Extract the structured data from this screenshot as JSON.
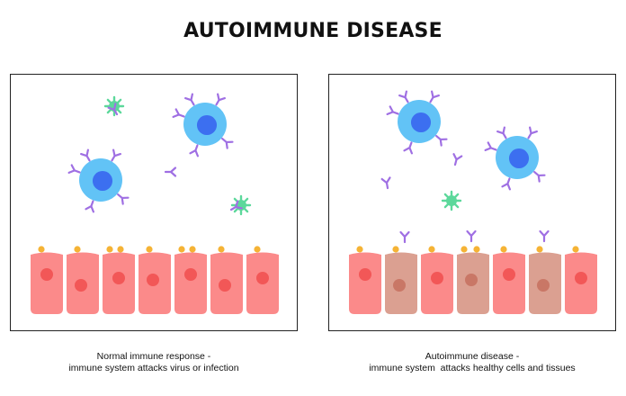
{
  "title": "AUTOIMMUNE DISEASE",
  "panels": [
    {
      "id": "normal",
      "caption_line1": "Normal immune response -",
      "caption_line2": "immune system attacks virus or infection",
      "cell_states": [
        "healthy",
        "healthy",
        "healthy",
        "healthy",
        "healthy",
        "healthy",
        "healthy"
      ]
    },
    {
      "id": "autoimmune",
      "caption_line1": "Autoimmune disease -",
      "caption_line2": "immune system  attacks healthy cells and tissues",
      "cell_states": [
        "healthy",
        "damaged",
        "healthy",
        "damaged",
        "healthy",
        "damaged",
        "healthy"
      ]
    }
  ],
  "colors": {
    "cell_healthy": "#fb8a8a",
    "cell_damaged": "#dba091",
    "nucleus_healthy": "#f25757",
    "nucleus_damaged": "#c97766",
    "receptor": "#f5b335",
    "immune_cell": "#62c3f6",
    "immune_nucleus": "#3c6ff0",
    "antibody": "#9f6fe3",
    "virus": "#5cd89b",
    "border": "#222222"
  },
  "icons": [
    "immune-cell-icon",
    "antibody-icon",
    "virus-icon",
    "tissue-cell-icon"
  ]
}
